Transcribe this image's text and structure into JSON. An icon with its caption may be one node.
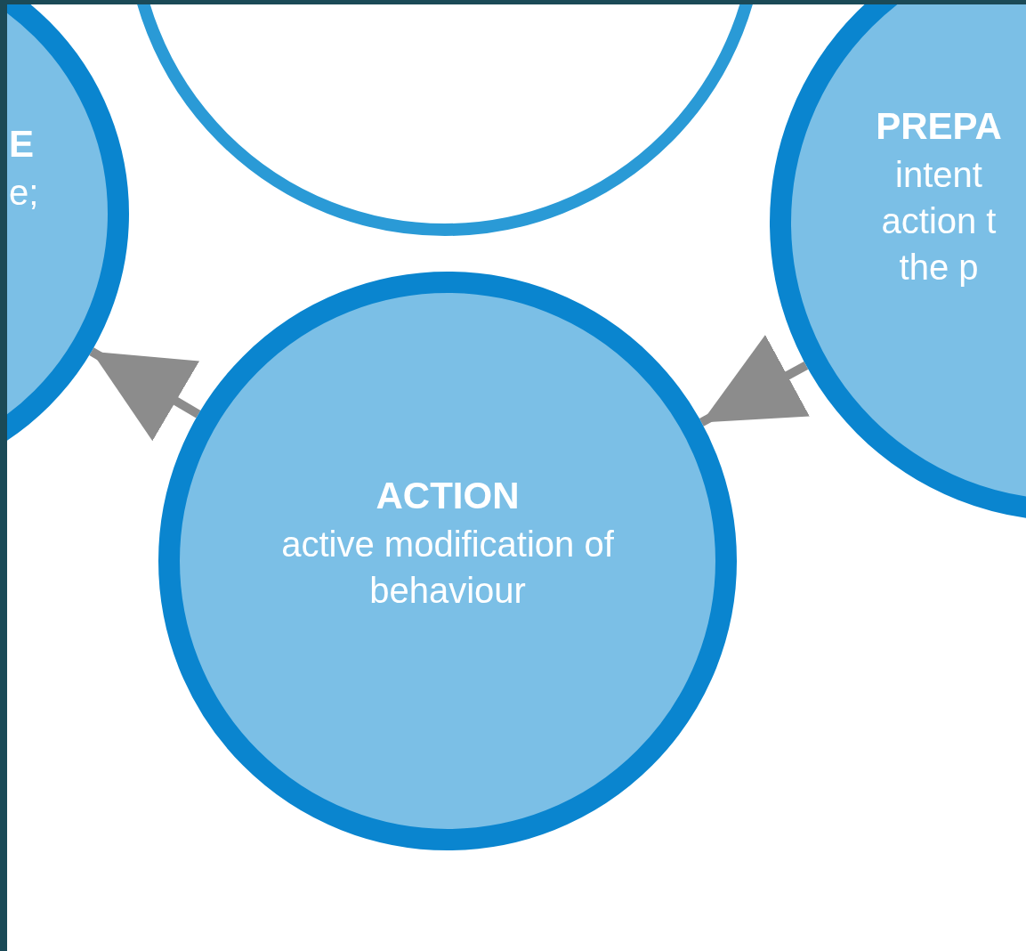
{
  "diagram": {
    "nodes": [
      {
        "text": [
          "E",
          "e;"
        ]
      },
      {
        "text": [],
        "shape": "circle"
      },
      {
        "text": [
          "ACTION",
          "active modification of behaviour"
        ]
      },
      {
        "text": [
          "PREPA",
          "intent action t the p"
        ]
      }
    ],
    "edges": [
      {
        "from": 3,
        "to": 2,
        "arrow": "to"
      },
      {
        "from": 2,
        "to": 0,
        "arrow": "to"
      }
    ]
  }
}
